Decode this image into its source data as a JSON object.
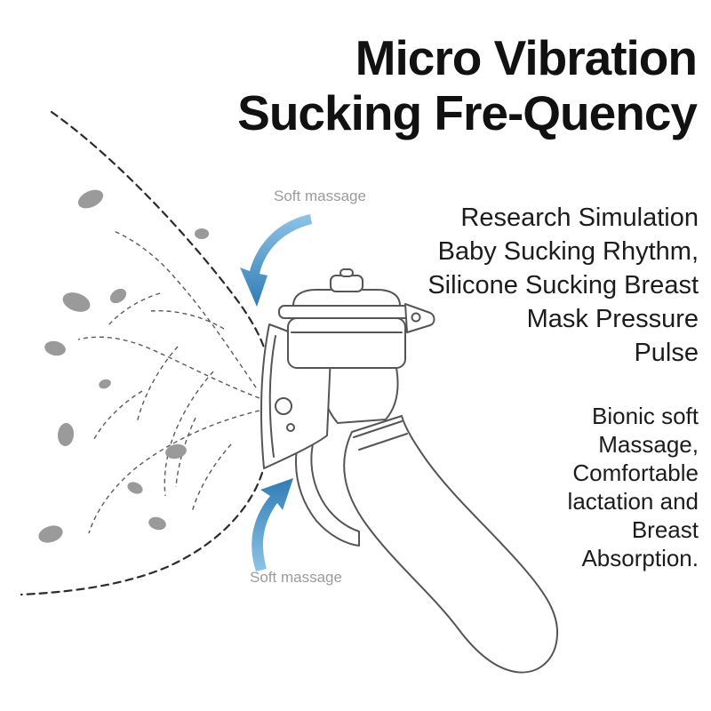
{
  "title": {
    "text": "Micro Vibration\nSucking Fre-Quency"
  },
  "labels": {
    "soft_massage_top": "Soft massage",
    "soft_massage_bottom": "Soft massage"
  },
  "paragraphs": {
    "research": "Research Simulation\nBaby Sucking Rhythm,\nSilicone Sucking Breast\nMask Pressure\nPulse",
    "bionic": "Bionic soft\nMassage,\nComfortable\nlactation and\nBreast\nAbsorption."
  },
  "colors": {
    "text_dark": "#111111",
    "label_gray": "#9b9b9b",
    "blob_gray": "#9a9a9a",
    "duct_gray": "#5a5a5a",
    "outline_dark": "#2b2b2b",
    "pump_line": "#555555",
    "arrow_blue_light": "#8ec4e6",
    "arrow_blue_dark": "#2f7cb5"
  },
  "icons": {
    "massage_arrow_top": "curved-arrow-down",
    "massage_arrow_bottom": "curved-arrow-up"
  }
}
